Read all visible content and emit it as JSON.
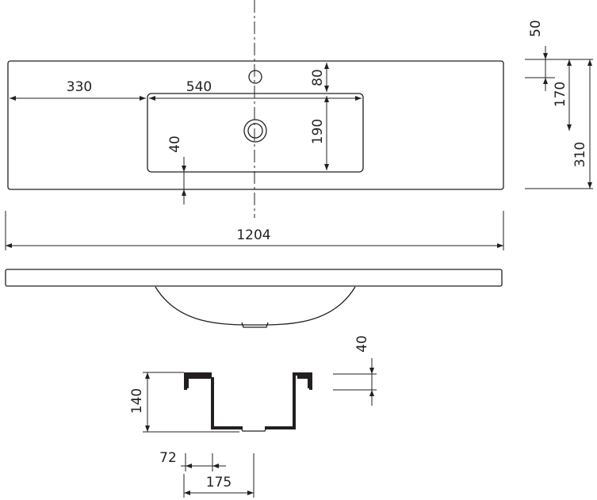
{
  "dimensions": {
    "top_view": {
      "left_offset": "330",
      "bowl_width": "540",
      "tap_hole_offset": "80",
      "bowl_depth": "190",
      "front_rim": "40",
      "total_width": "1204"
    },
    "side_depths": {
      "back_rim": "50",
      "tap_to_front": "170",
      "total_depth": "310"
    },
    "cross_section": {
      "rim_thickness": "40",
      "height": "140",
      "wall_72": "72",
      "drain_offset": "175"
    }
  }
}
